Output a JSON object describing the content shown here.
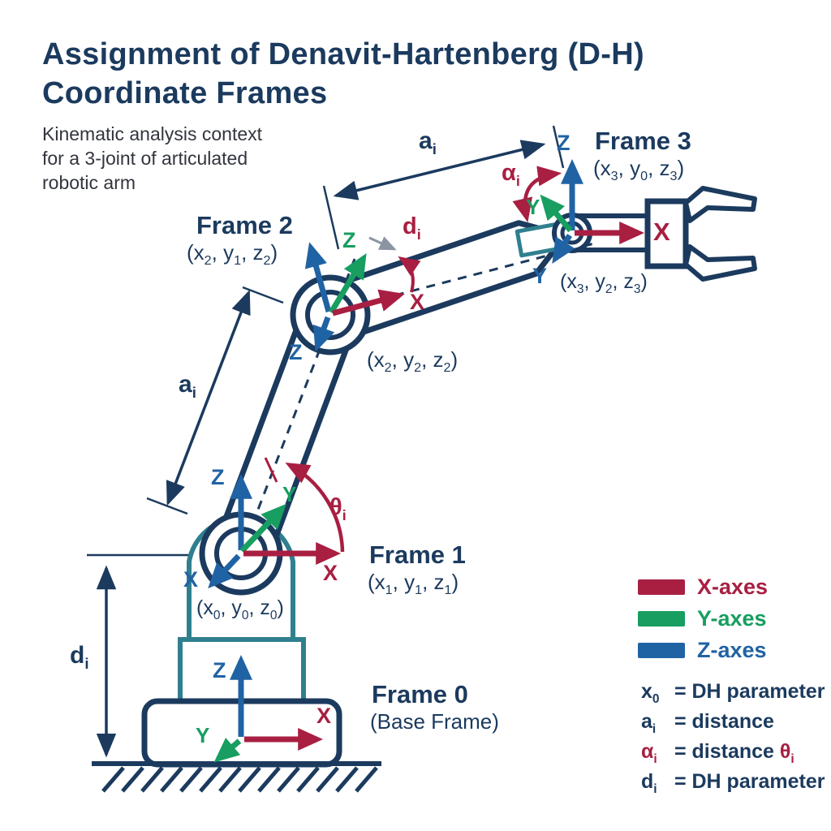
{
  "header": {
    "title_line1": "Assignment of Denavit-Hartenberg (D-H)",
    "title_line2": "Coordinate Frames",
    "subtitle_line1": "Kinematic analysis context",
    "subtitle_line2": "for a 3-joint of articulated",
    "subtitle_line3": "robotic arm"
  },
  "diagram": {
    "frame3": {
      "title": "Frame 3",
      "coords": "(x_3, y_0, z_3)",
      "coords_alt": "(x_3, y_2, z_3)",
      "z_label": "Z",
      "y_green_label": "Y",
      "y_blue_label": "Y",
      "x_label": "X",
      "alpha_label": "α_i"
    },
    "frame2": {
      "title": "Frame 2",
      "coords": "(x_2, y_1, z_2)",
      "coords_alt": "(x_2, y_2, z_2)",
      "z_green_label": "Z",
      "z_blue_label": "Z",
      "x_label": "X",
      "d_label": "d_i"
    },
    "frame1": {
      "title": "Frame 1",
      "coords": "(x_1, y_1, z_1)",
      "coords_origin": "(x_0, y_0, z_0)",
      "z_label": "Z",
      "y_label": "Y",
      "x_red_label": "X",
      "x_blue_label": "X",
      "theta_label": "θ_i"
    },
    "frame0": {
      "title": "Frame 0",
      "coords": "(Base Frame)",
      "z_label": "Z",
      "y_label": "Y",
      "x_label": "X"
    },
    "dims": {
      "a_upper": "a_i",
      "a_lower": "a_i",
      "d_left": "d_i"
    }
  },
  "legend": {
    "axes": [
      {
        "label": "X-axes",
        "color": "#a81f42"
      },
      {
        "label": "Y-axes",
        "color": "#179e60"
      },
      {
        "label": "Z-axes",
        "color": "#2063a4"
      }
    ],
    "definitions": [
      {
        "term": "x_0",
        "desc": "= DH parameter"
      },
      {
        "term": "a_i",
        "desc": "= distance"
      },
      {
        "term": "α_i",
        "desc": "= distance",
        "extra": "θ_i"
      },
      {
        "term": "d_i",
        "desc": "= DH parameter"
      }
    ]
  },
  "colors": {
    "navy": "#1b3a5e",
    "crimson": "#a81f42",
    "green": "#179e60",
    "blue": "#2063a4",
    "teal": "#2f808f",
    "gray": "#8b94a3",
    "ink": "#32353d"
  }
}
